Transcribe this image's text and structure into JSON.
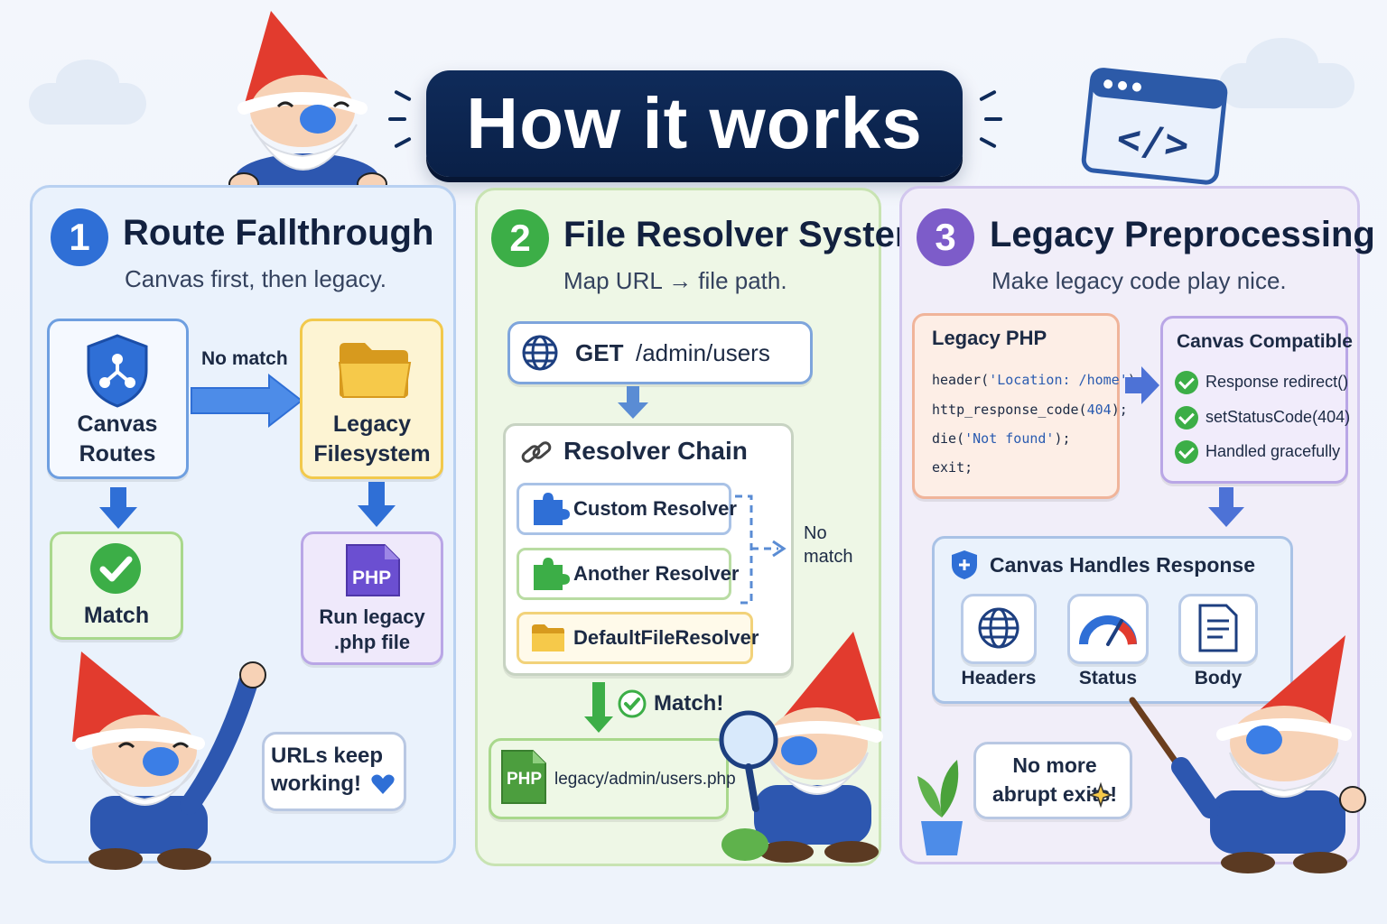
{
  "title": "How it works",
  "colors": {
    "navy": "#0f2b5a",
    "blue": "#2f6fd6",
    "green": "#3cae47",
    "purple": "#7d5cc9"
  },
  "panel1": {
    "number": "1",
    "title": "Route Fallthrough",
    "subtitle": "Canvas first, then legacy.",
    "canvas_routes": "Canvas Routes",
    "no_match": "No match",
    "legacy_filesystem": "Legacy Filesystem",
    "match": "Match",
    "php_badge": "PHP",
    "run_legacy": "Run legacy .php file",
    "bubble": "URLs keep working!"
  },
  "panel2": {
    "number": "2",
    "title": "File Resolver System",
    "subtitle": "Map URL → file path.",
    "method": "GET",
    "path": "/admin/users",
    "chain_title": "Resolver Chain",
    "resolvers": [
      "Custom Resolver",
      "Another Resolver",
      "DefaultFileResolver"
    ],
    "no_match": "No match",
    "match": "Match!",
    "php_badge": "PHP",
    "result_path": "legacy/admin/users.php"
  },
  "panel3": {
    "number": "3",
    "title": "Legacy Preprocessing",
    "subtitle": "Make legacy code play nice.",
    "legacy_title": "Legacy PHP",
    "code": [
      {
        "fn": "header(",
        "arg": "'Location: /home'",
        "end": ");"
      },
      {
        "fn": "http_response_code(",
        "arg": "404",
        "end": ");"
      },
      {
        "fn": "die(",
        "arg": "'Not found'",
        "end": ");"
      },
      {
        "fn": "exit;",
        "arg": "",
        "end": ""
      }
    ],
    "compat_title": "Canvas Compatible",
    "compat_items": [
      "Response redirect()",
      "setStatusCode(404)",
      "Handled gracefully"
    ],
    "handles_title": "Canvas Handles Response",
    "handles_items": [
      "Headers",
      "Status",
      "Body"
    ],
    "bubble": "No more abrupt exits!"
  }
}
